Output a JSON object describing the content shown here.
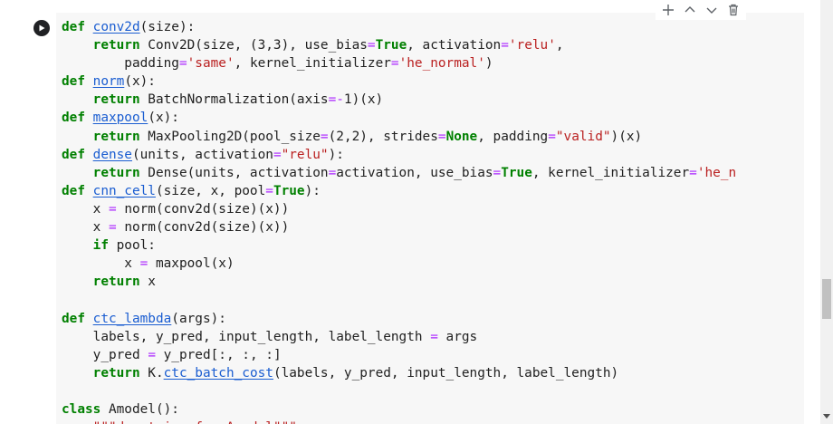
{
  "toolbar": {
    "items": [
      "add-cell",
      "move-up",
      "move-down",
      "delete"
    ]
  },
  "code_lines": [
    [
      [
        "def",
        "def "
      ],
      [
        "fn",
        "conv2d"
      ],
      [
        "",
        "(size):"
      ]
    ],
    [
      [
        "",
        "    "
      ],
      [
        "kw",
        "return"
      ],
      [
        "",
        " Conv2D(size, (3,3), use_bias"
      ],
      [
        "op",
        "="
      ],
      [
        "kw",
        "True"
      ],
      [
        "",
        ", activation"
      ],
      [
        "op",
        "="
      ],
      [
        "str",
        "'relu'"
      ],
      [
        "",
        ","
      ]
    ],
    [
      [
        "",
        "        padding"
      ],
      [
        "op",
        "="
      ],
      [
        "str",
        "'same'"
      ],
      [
        "",
        ", kernel_initializer"
      ],
      [
        "op",
        "="
      ],
      [
        "str",
        "'he_normal'"
      ],
      [
        "",
        ")"
      ]
    ],
    [
      [
        "def",
        "def "
      ],
      [
        "fn",
        "norm"
      ],
      [
        "",
        "(x):"
      ]
    ],
    [
      [
        "",
        "    "
      ],
      [
        "kw",
        "return"
      ],
      [
        "",
        " BatchNormalization(axis"
      ],
      [
        "op",
        "=-"
      ],
      [
        "",
        "1)(x)"
      ]
    ],
    [
      [
        "def",
        "def "
      ],
      [
        "fn",
        "maxpool"
      ],
      [
        "",
        "(x):"
      ]
    ],
    [
      [
        "",
        "    "
      ],
      [
        "kw",
        "return"
      ],
      [
        "",
        " MaxPooling2D(pool_size"
      ],
      [
        "op",
        "="
      ],
      [
        "",
        "(2,2), strides"
      ],
      [
        "op",
        "="
      ],
      [
        "kw",
        "None"
      ],
      [
        "",
        ", padding"
      ],
      [
        "op",
        "="
      ],
      [
        "str",
        "\"valid\""
      ],
      [
        "",
        ")(x)"
      ]
    ],
    [
      [
        "def",
        "def "
      ],
      [
        "fn",
        "dense"
      ],
      [
        "",
        "(units, activation"
      ],
      [
        "op",
        "="
      ],
      [
        "str",
        "\"relu\""
      ],
      [
        "",
        "):"
      ]
    ],
    [
      [
        "",
        "    "
      ],
      [
        "kw",
        "return"
      ],
      [
        "",
        " Dense(units, activation"
      ],
      [
        "op",
        "="
      ],
      [
        "",
        "activation, use_bias"
      ],
      [
        "op",
        "="
      ],
      [
        "kw",
        "True"
      ],
      [
        "",
        ", kernel_initializer"
      ],
      [
        "op",
        "="
      ],
      [
        "str",
        "'he_n"
      ]
    ],
    [
      [
        "def",
        "def "
      ],
      [
        "fn",
        "cnn_cell"
      ],
      [
        "",
        "(size, x, pool"
      ],
      [
        "op",
        "="
      ],
      [
        "kw",
        "True"
      ],
      [
        "",
        "):"
      ]
    ],
    [
      [
        "",
        "    x "
      ],
      [
        "op",
        "="
      ],
      [
        "",
        " norm(conv2d(size)(x))"
      ]
    ],
    [
      [
        "",
        "    x "
      ],
      [
        "op",
        "="
      ],
      [
        "",
        " norm(conv2d(size)(x))"
      ]
    ],
    [
      [
        "",
        "    "
      ],
      [
        "kw",
        "if"
      ],
      [
        "",
        " pool:"
      ]
    ],
    [
      [
        "",
        "        x "
      ],
      [
        "op",
        "="
      ],
      [
        "",
        " maxpool(x)"
      ]
    ],
    [
      [
        "",
        "    "
      ],
      [
        "kw",
        "return"
      ],
      [
        "",
        " x"
      ]
    ],
    [
      [
        "",
        ""
      ]
    ],
    [
      [
        "def",
        "def "
      ],
      [
        "fn",
        "ctc_lambda"
      ],
      [
        "",
        "(args):"
      ]
    ],
    [
      [
        "",
        "    labels, y_pred, input_length, label_length "
      ],
      [
        "op",
        "="
      ],
      [
        "",
        " args"
      ]
    ],
    [
      [
        "",
        "    y_pred "
      ],
      [
        "op",
        "="
      ],
      [
        "",
        " y_pred[:, :, :]"
      ]
    ],
    [
      [
        "",
        "    "
      ],
      [
        "kw",
        "return"
      ],
      [
        "",
        " K."
      ],
      [
        "fn",
        "ctc_batch_cost"
      ],
      [
        "",
        "(labels, y_pred, input_length, label_length)"
      ]
    ],
    [
      [
        "",
        ""
      ]
    ],
    [
      [
        "def",
        "class "
      ],
      [
        "",
        "Amodel():"
      ]
    ],
    [
      [
        "str",
        "    \"\"\"docstring for Amodel\"\"\""
      ]
    ]
  ],
  "colors": {
    "keyword": "#008000",
    "function": "#1a5dd1",
    "string": "#ba2121",
    "operator": "#aa22ff",
    "cell_bg": "#f7f7f7"
  }
}
